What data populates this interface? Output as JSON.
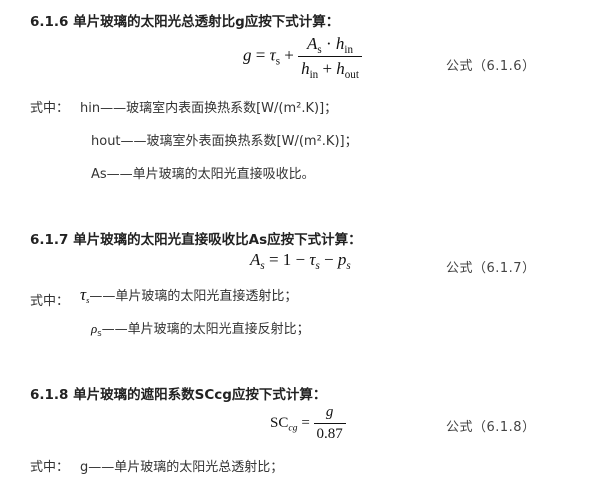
{
  "sections": [
    {
      "heading": "6.1.6 单片玻璃的太阳光总透射比g应按下式计算：",
      "formula_label": "公式（6.1.6）",
      "where_prefix": "式中：",
      "definitions": [
        "hin——玻璃室内表面换热系数[W/(m².K)]；",
        "hout——玻璃室外表面换热系数[W/(m².K)]；",
        "As——单片玻璃的太阳光直接吸收比。"
      ]
    },
    {
      "heading": "6.1.7 单片玻璃的太阳光直接吸收比As应按下式计算：",
      "formula_label": "公式（6.1.7）",
      "where_prefix": "式中：",
      "definitions": [
        "——单片玻璃的太阳光直接透射比；",
        "——单片玻璃的太阳光直接反射比；"
      ],
      "rho_sub": "s"
    },
    {
      "heading": "6.1.8  单片玻璃的遮阳系数SCcg应按下式计算：",
      "formula_label": "公式（6.1.8）",
      "where_prefix": "式中：",
      "definitions": [
        "g——单片玻璃的太阳光总透射比；"
      ]
    }
  ],
  "formulas": {
    "f616": {
      "lhs": "g",
      "eq": "=",
      "tau": "τ",
      "tau_sub": "s",
      "plus": "+",
      "num_a": "A",
      "num_a_sub": "s",
      "num_dot": "·",
      "num_h": "h",
      "num_h_sub": "in",
      "den_h1": "h",
      "den_h1_sub": "in",
      "den_plus": "+",
      "den_h2": "h",
      "den_h2_sub": "out"
    },
    "f617": {
      "lhs": "A",
      "lhs_sub": "s",
      "eq": "=",
      "one": "1",
      "minus1": "−",
      "tau": "τ",
      "tau_sub": "s",
      "minus2": "−",
      "p": "p",
      "p_sub": "s"
    },
    "f618": {
      "lhs": "SC",
      "lhs_sub": "cg",
      "eq": "=",
      "num": "g",
      "den": "0.87"
    },
    "tau_def": {
      "sym": "τ",
      "sub": "s"
    },
    "rho_def": {
      "sym": "ρ",
      "sub": "s"
    }
  }
}
